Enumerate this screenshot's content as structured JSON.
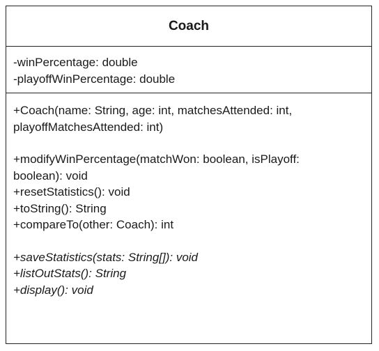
{
  "class": {
    "name": "Coach",
    "attributes": [
      "-winPercentage: double",
      "-playoffWinPercentage: double"
    ],
    "constructor": [
      "+Coach(name: String, age: int, matchesAttended: int,",
      "playoffMatchesAttended: int)"
    ],
    "methods": [
      "+modifyWinPercentage(matchWon: boolean, isPlayoff:",
      "boolean): void",
      "+resetStatistics(): void",
      "+toString(): String",
      "+compareTo(other: Coach): int"
    ],
    "abstract_methods": [
      "+saveStatistics(stats: String[]): void",
      "+listOutStats(): String",
      "+display(): void"
    ]
  }
}
